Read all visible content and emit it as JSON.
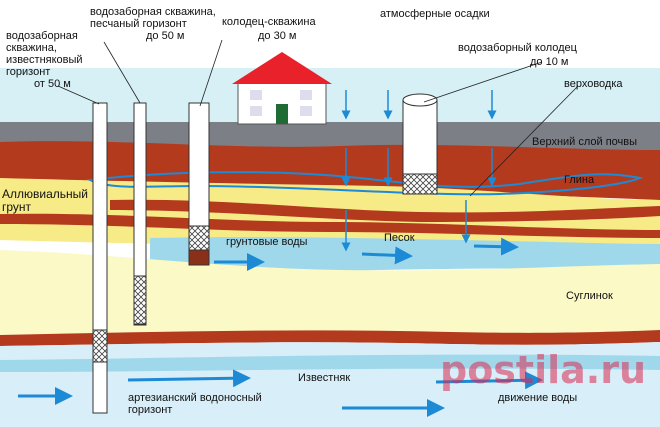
{
  "labels": {
    "well_limestone": "водозаборная\nскважина,\nизвестняковый\nгоризонт",
    "well_limestone_depth": "от 50 м",
    "well_sand": "водозаборная скважина,\nпесчаный горизонт",
    "well_sand_depth": "до 50 м",
    "well_shaft": "колодец-скважина",
    "well_shaft_depth": "до 30 м",
    "precipitation": "атмосферные осадки",
    "intake_well": "водозаборный колодец",
    "intake_well_depth": "до 10 м",
    "perched_water": "верховодка",
    "topsoil": "Верхний слой почвы",
    "clay": "Глина",
    "alluvial": "Аллювиальный\nгрунт",
    "groundwater": "грунтовые воды",
    "sand": "Песок",
    "loam": "Суглинок",
    "limestone": "Известняк",
    "artesian": "артезианский водоносный\nгоризонт",
    "flow": "движение воды"
  },
  "watermark": "postila.ru",
  "colors": {
    "sky": "#d6f0f6",
    "topsoil": "#7d7f87",
    "clay": "#b43a1e",
    "sand": "#f6eb86",
    "groundwater": "#9fd8ea",
    "loam": "#fbf9c6",
    "limestone_water": "#d8eef8",
    "arrow": "#1d8ad6",
    "house_roof": "#e8212a",
    "door": "#1f6b34"
  }
}
